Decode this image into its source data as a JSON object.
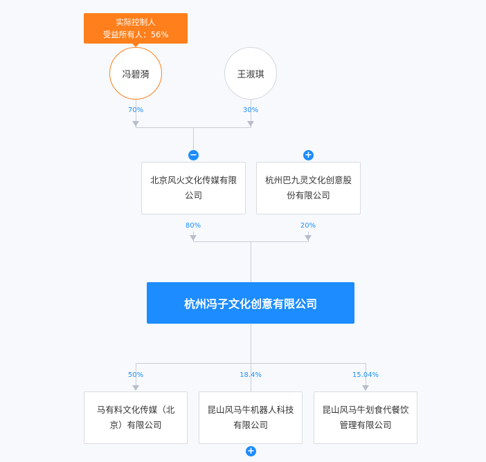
{
  "controller_tag": {
    "line1": "实际控制人",
    "line2": "受益所有人：56%"
  },
  "shareholders": [
    {
      "name": "冯碧漪",
      "pct": "70%"
    },
    {
      "name": "王淑琪",
      "pct": "30%"
    }
  ],
  "parents": [
    {
      "name": "北京风火文化传媒有限公司",
      "pct": "80%",
      "toggle": "−"
    },
    {
      "name": "杭州巴九灵文化创意股份有限公司",
      "pct": "20%",
      "toggle": "+"
    }
  ],
  "company": "杭州冯子文化创意有限公司",
  "investments": [
    {
      "name": "马有料文化传媒（北京）有限公司",
      "pct": "50%"
    },
    {
      "name": "昆山风马牛机器人科技有限公司",
      "pct": "18.4%",
      "toggle": "+"
    },
    {
      "name": "昆山风马牛划食代餐饮管理有限公司",
      "pct": "15.04%"
    }
  ],
  "colors": {
    "accent": "#1c8cff",
    "controller": "#fe7f1b"
  }
}
